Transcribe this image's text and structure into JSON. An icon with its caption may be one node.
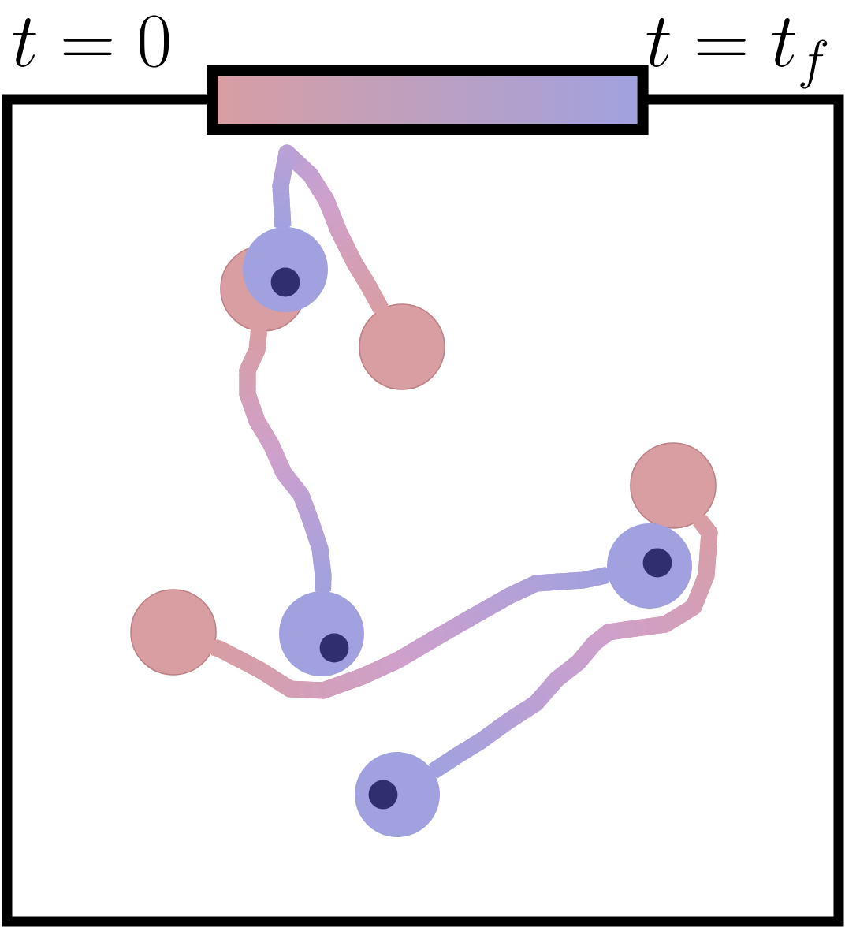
{
  "diagram": {
    "nodes": [
      {
        "text": [],
        "shape": "circle"
      },
      {
        "text": [],
        "shape": "circle"
      },
      {
        "text": [],
        "shape": "circle"
      },
      {
        "text": [],
        "shape": "circle"
      },
      {
        "text": [],
        "shape": "circle"
      },
      {
        "text": [],
        "shape": "circle"
      },
      {
        "text": [],
        "shape": "circle"
      },
      {
        "text": [],
        "shape": "circle"
      }
    ],
    "edges": [
      {
        "from": 2,
        "to": 0,
        "arrow": "none"
      },
      {
        "from": 1,
        "to": 6,
        "arrow": "none"
      },
      {
        "from": 5,
        "to": 4,
        "arrow": "none"
      },
      {
        "from": 3,
        "to": 7,
        "arrow": "none"
      }
    ],
    "labels": [
      "t = 0",
      "t = t_f"
    ]
  }
}
